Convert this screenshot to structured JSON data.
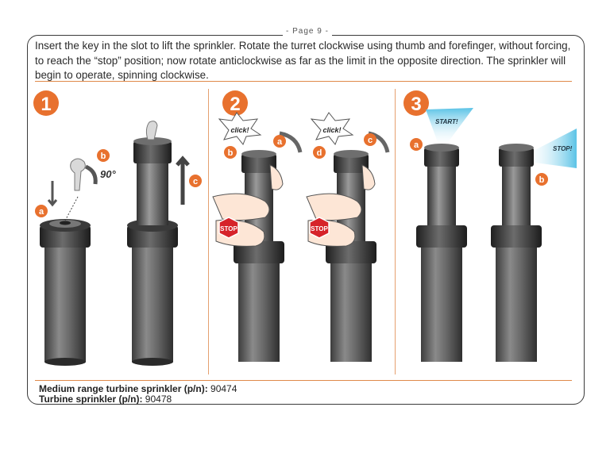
{
  "page_marker": "- Page 9 -",
  "instructions": "Insert the key in the slot to lift the sprinkler. Rotate the turret clockwise using thumb and forefinger, without forcing, to reach the “stop” position; now rotate anticlockwise as far as the limit in the opposite direction. The sprinkler will begin to operate, spinning clockwise.",
  "steps": [
    {
      "number": "1",
      "labels": {
        "a": "a",
        "b": "b",
        "c": "c",
        "angle": "90°"
      }
    },
    {
      "number": "2",
      "labels": {
        "a": "a",
        "b": "b",
        "c": "c",
        "d": "d",
        "click": "click!",
        "stop": "STOP"
      }
    },
    {
      "number": "3",
      "labels": {
        "a": "a",
        "b": "b",
        "start": "START!",
        "stop": "STOP!"
      }
    }
  ],
  "parts": [
    {
      "label": "Medium range turbine sprinkler (p/n):",
      "value": "90474"
    },
    {
      "label": "Turbine sprinkler (p/n):",
      "value": "90478"
    }
  ],
  "colors": {
    "accent": "#e8712e",
    "body": "#5e5e5e",
    "spray": "#5bc3e6"
  }
}
